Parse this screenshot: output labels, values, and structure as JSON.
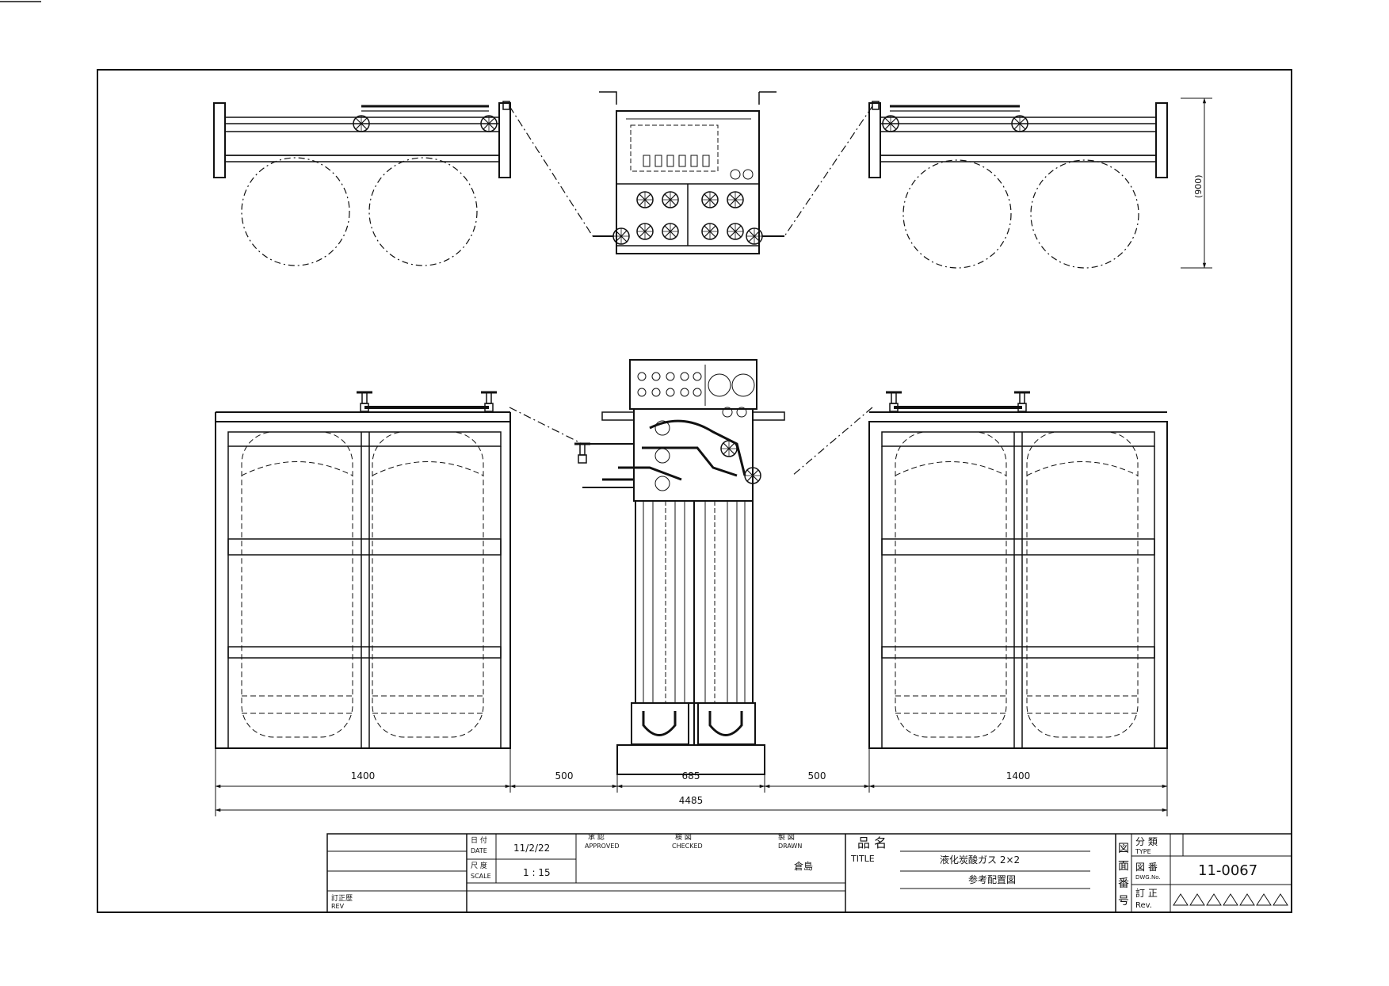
{
  "dimensions": {
    "left_bank_width": "1400",
    "gap_left": "500",
    "manifold_width": "685",
    "gap_right": "500",
    "right_bank_width": "1400",
    "overall_width": "4485",
    "top_height": "(900)"
  },
  "title_block": {
    "date_label_jp": "日 付",
    "date_label_en": "DATE",
    "date_value": "11/2/22",
    "scale_label_jp": "尺 度",
    "scale_label_en": "SCALE",
    "scale_value": "1 : 15",
    "approved_jp": "承 認",
    "approved_en": "APPROVED",
    "checked_jp": "検 図",
    "checked_en": "CHECKED",
    "drawn_jp": "製 図",
    "drawn_en": "DRAWN",
    "drawn_by": "倉島",
    "rev_history_jp": "訂正歴",
    "rev_history_en": "REV",
    "name_jp": "品 名",
    "title_en": "TITLE",
    "title_line1": "液化炭酸ガス 2×2",
    "title_line2": "参考配置図",
    "drawing_number_vertical": "図面番号",
    "type_jp": "分 類",
    "type_en": "TYPE",
    "dwg_no_jp": "図 番",
    "dwg_no_en": "DWG.No.",
    "dwg_no_value": "11-0067",
    "rev_jp": "訂 正",
    "rev_en": "Rev."
  }
}
